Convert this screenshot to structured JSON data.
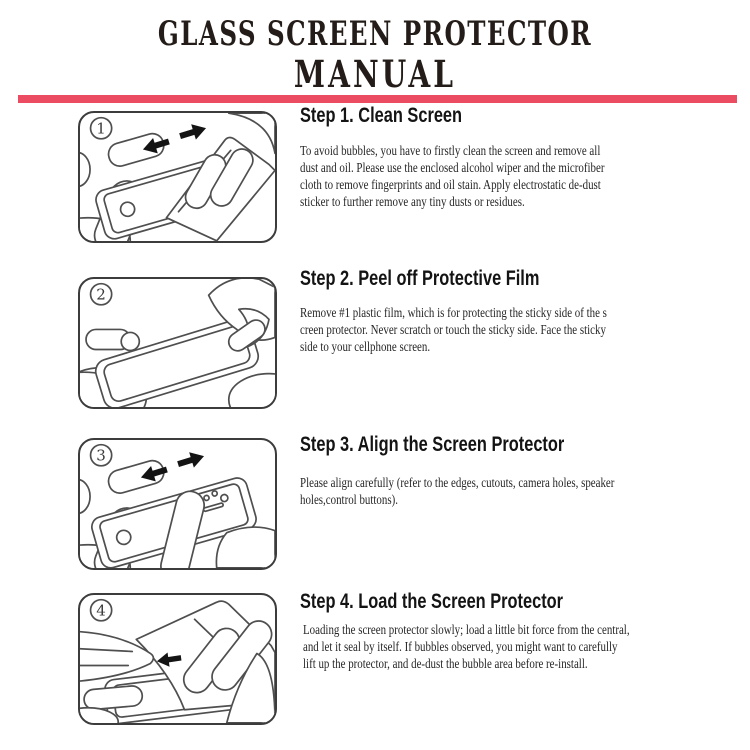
{
  "title": {
    "line1": "GLASS SCREEN PROTECTOR",
    "line2": "MANUAL"
  },
  "theme": {
    "accent_color": "#ec4c61",
    "title_color": "#241c18",
    "line_art_color": "#4f4f4f"
  },
  "steps": [
    {
      "figure_number": "1",
      "heading": "Step 1. Clean Screen",
      "body": "To avoid bubbles, you have to firstly clean the screen and remove all\ndust and oil. Please use the enclosed alcohol wiper and the microfiber\ncloth to remove fingerprints and oil stain. Apply electrostatic de-dust\nsticker to further remove any tiny dusts or residues.",
      "illustration": "hands-wiping-phone-with-cloth"
    },
    {
      "figure_number": "2",
      "heading": "Step 2. Peel off Protective Film",
      "body": "Remove #1 plastic film, which is for protecting the sticky side of the s\ncreen protector. Never scratch or touch the sticky side. Face the sticky\nside to your cellphone screen.",
      "illustration": "hands-peeling-protective-film"
    },
    {
      "figure_number": "3",
      "heading": "Step 3. Align the Screen Protector",
      "body": "Please align carefully (refer to the edges, cutouts, camera holes, speaker\nholes,control buttons).",
      "illustration": "finger-aligning-protector-on-phone"
    },
    {
      "figure_number": "4",
      "heading": "Step 4. Load the Screen Protector",
      "body": "Loading the screen protector slowly; load a little bit force from the central,\nand let it seal by itself. If bubbles observed, you might want to carefully\nlift up the protector, and de-dust the bubble area before re-install.",
      "illustration": "hands-pressing-protector-onto-screen"
    }
  ]
}
